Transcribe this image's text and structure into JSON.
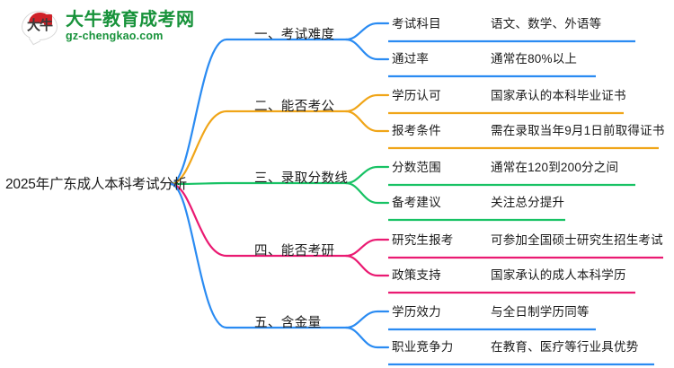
{
  "logo": {
    "mark_text": "大牛",
    "title": "大牛教育成考网",
    "subtitle": "gz-chengkao.com",
    "brand_green": "#17923a",
    "brand_red": "#cf2128"
  },
  "mindmap": {
    "root_label": "2025年广东成人本科考试分析",
    "branches": [
      {
        "label": "一、考试难度",
        "color": "#2a8bf2",
        "children": [
          {
            "key": "考试科目",
            "value": "语文、数学、外语等"
          },
          {
            "key": "通过率",
            "value": "通常在80%以上"
          }
        ]
      },
      {
        "label": "二、能否考公",
        "color": "#f0a518",
        "children": [
          {
            "key": "学历认可",
            "value": "国家承认的本科毕业证书"
          },
          {
            "key": "报考条件",
            "value": "需在录取当年9月1日前取得证书"
          }
        ]
      },
      {
        "label": "三、录取分数线",
        "color": "#17c264",
        "children": [
          {
            "key": "分数范围",
            "value": "通常在120到200分之间"
          },
          {
            "key": "备考建议",
            "value": "关注总分提升"
          }
        ]
      },
      {
        "label": "四、能否考研",
        "color": "#ea1a72",
        "children": [
          {
            "key": "研究生报考",
            "value": "可参加全国硕士研究生招生考试"
          },
          {
            "key": "政策支持",
            "value": "国家承认的成人本科学历"
          }
        ]
      },
      {
        "label": "五、含金量",
        "color": "#2a8bf2",
        "children": [
          {
            "key": "学历效力",
            "value": "与全日制学历同等"
          },
          {
            "key": "职业竞争力",
            "value": "在教育、医疗等行业具优势"
          }
        ]
      }
    ]
  }
}
